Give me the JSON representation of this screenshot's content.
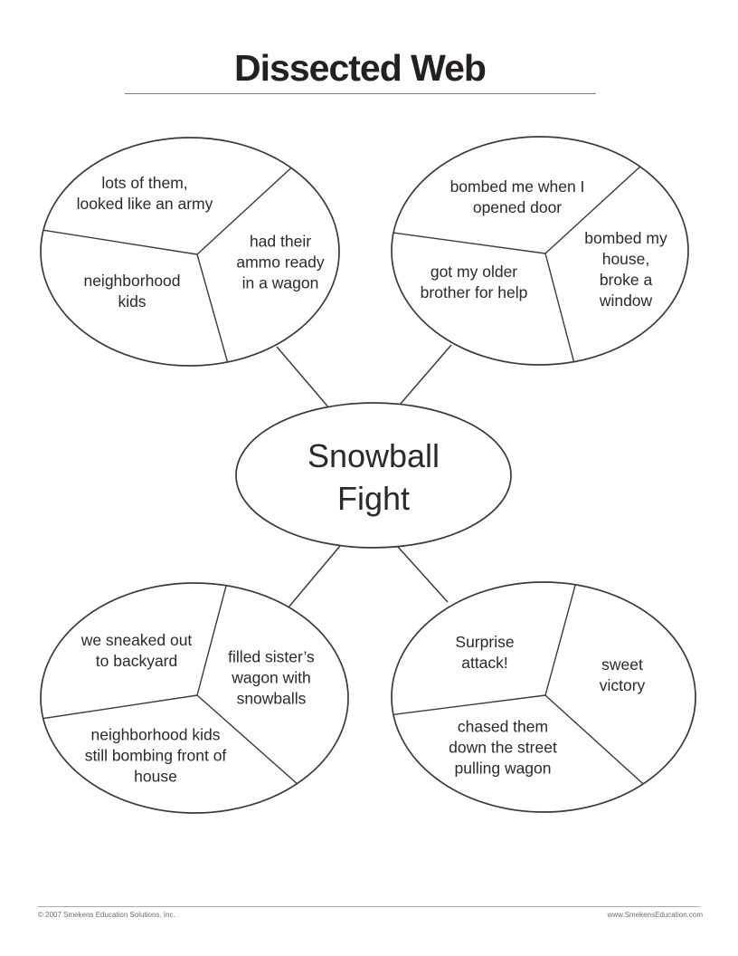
{
  "page": {
    "title": "Dissected Web",
    "footer_left": "© 2007 Smekens Education Solutions, Inc.",
    "footer_right": "www.SmekensEducation.com"
  },
  "web": {
    "center": "Snowball\nFight",
    "top_left": {
      "segments": [
        "lots of them,\nlooked like an army",
        "had their\nammo ready\nin a wagon",
        "neighborhood\nkids"
      ]
    },
    "top_right": {
      "segments": [
        "bombed me when I\nopened door",
        "bombed my\nhouse,\nbroke a\nwindow",
        "got my older\nbrother for help"
      ]
    },
    "bottom_left": {
      "segments": [
        "we sneaked out\nto backyard",
        "filled sister’s\nwagon with\nsnowballs",
        "neighborhood kids\nstill bombing front of\nhouse"
      ]
    },
    "bottom_right": {
      "segments": [
        "Surprise\nattack!",
        "sweet\nvictory",
        "chased them\ndown the street\npulling wagon"
      ]
    }
  },
  "colors": {
    "ink": "#2a2a2a",
    "outline": "#3a3a3c"
  }
}
